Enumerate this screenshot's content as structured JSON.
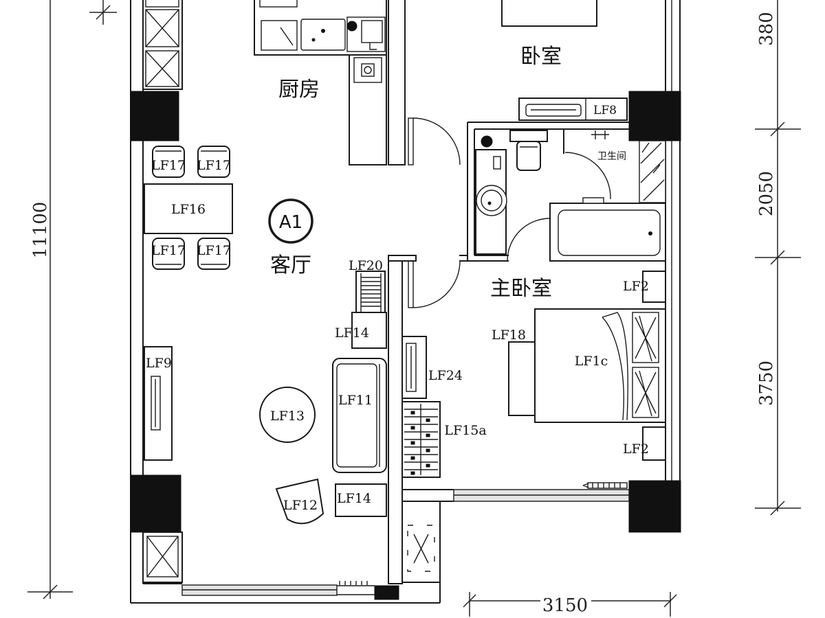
{
  "rooms": {
    "kitchen": "厨房",
    "bedroom": "卧室",
    "bathroom": "卫生间",
    "living_room": "客厅",
    "master_bedroom": "主卧室"
  },
  "plan_marker": "A1",
  "furniture": {
    "dining_chair_1": "LF17",
    "dining_chair_2": "LF17",
    "dining_chair_3": "LF17",
    "dining_chair_4": "LF17",
    "dining_table": "LF16",
    "stairs": "LF20",
    "side_table_1": "LF14",
    "side_table_2": "LF14",
    "sofa": "LF11",
    "round_table": "LF13",
    "armchair": "LF12",
    "tv_cabinet": "LF9",
    "wall_cabinet": "LF24",
    "shoe_rack": "LF15a",
    "bed": "LF1c",
    "bed_bench": "LF18",
    "nightstand_1": "LF2",
    "nightstand_2": "LF2",
    "vanity": "LF8"
  },
  "dimensions": {
    "overall_depth": "11100",
    "right_segment_1": "380",
    "right_segment_2": "2050",
    "right_segment_3": "3750",
    "bottom_width": "3150"
  },
  "colors": {
    "line": "#1a1a1a",
    "column_fill": "#111111",
    "background": "#ffffff"
  }
}
